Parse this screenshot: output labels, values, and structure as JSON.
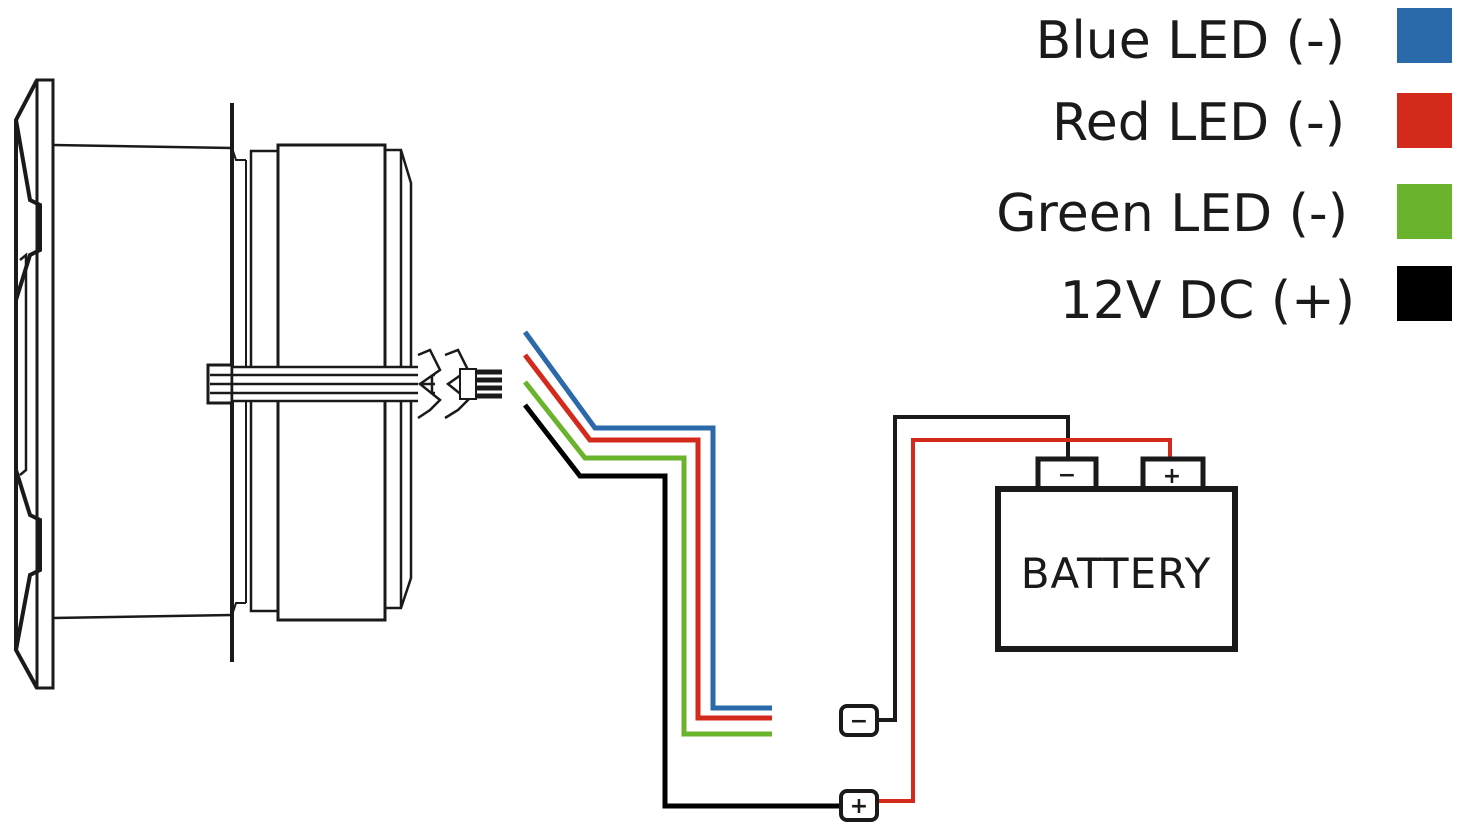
{
  "diagram": {
    "title": "RGB LED wiring diagram",
    "legend": [
      {
        "label": "Blue LED (-)",
        "color": "#2b6aaa",
        "wire": "blue"
      },
      {
        "label": "Red LED (-)",
        "color": "#d42a1c",
        "wire": "red"
      },
      {
        "label": "Green LED (-)",
        "color": "#6ab42d",
        "wire": "green"
      },
      {
        "label": "12V DC (+)",
        "color": "#000000",
        "wire": "black"
      }
    ],
    "battery": {
      "label": "BATTERY",
      "negative_terminal": "−",
      "positive_terminal": "+"
    },
    "connectors": {
      "negative": "−",
      "positive": "+"
    },
    "colors": {
      "outline": "#1a1a1a",
      "background": "#ffffff"
    }
  }
}
